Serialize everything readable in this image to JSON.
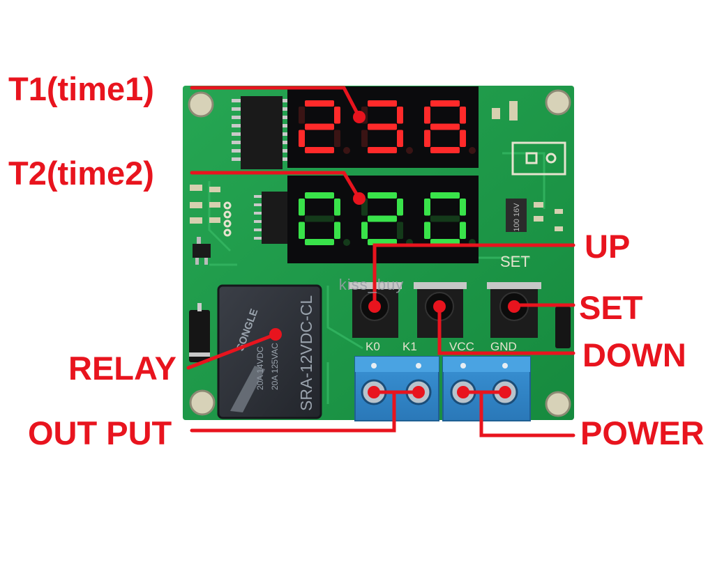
{
  "labels": {
    "t1": "T1(time1)",
    "t2": "T2(time2)",
    "up": "UP",
    "set": "SET",
    "down": "DOWN",
    "relay": "RELAY",
    "output": "OUT PUT",
    "power": "POWER"
  },
  "board": {
    "display_t1": "238",
    "display_t2": "020",
    "set_silk": "SET",
    "terminal_silk": [
      "K0",
      "K1",
      "VCC",
      "GND"
    ],
    "relay_model": "SRA-12VDC-CL",
    "relay_brand": "SONGLE",
    "relay_rating_1": "20A 14VDC",
    "relay_rating_2": "20A 125VAC",
    "watermark": "kiss_buy"
  },
  "colors": {
    "callout": "#e8141e",
    "pcb": "#1f9a4a",
    "segment_red": "#ff2a2a",
    "segment_green": "#39e34a",
    "terminal_block": "#2f86c8"
  }
}
